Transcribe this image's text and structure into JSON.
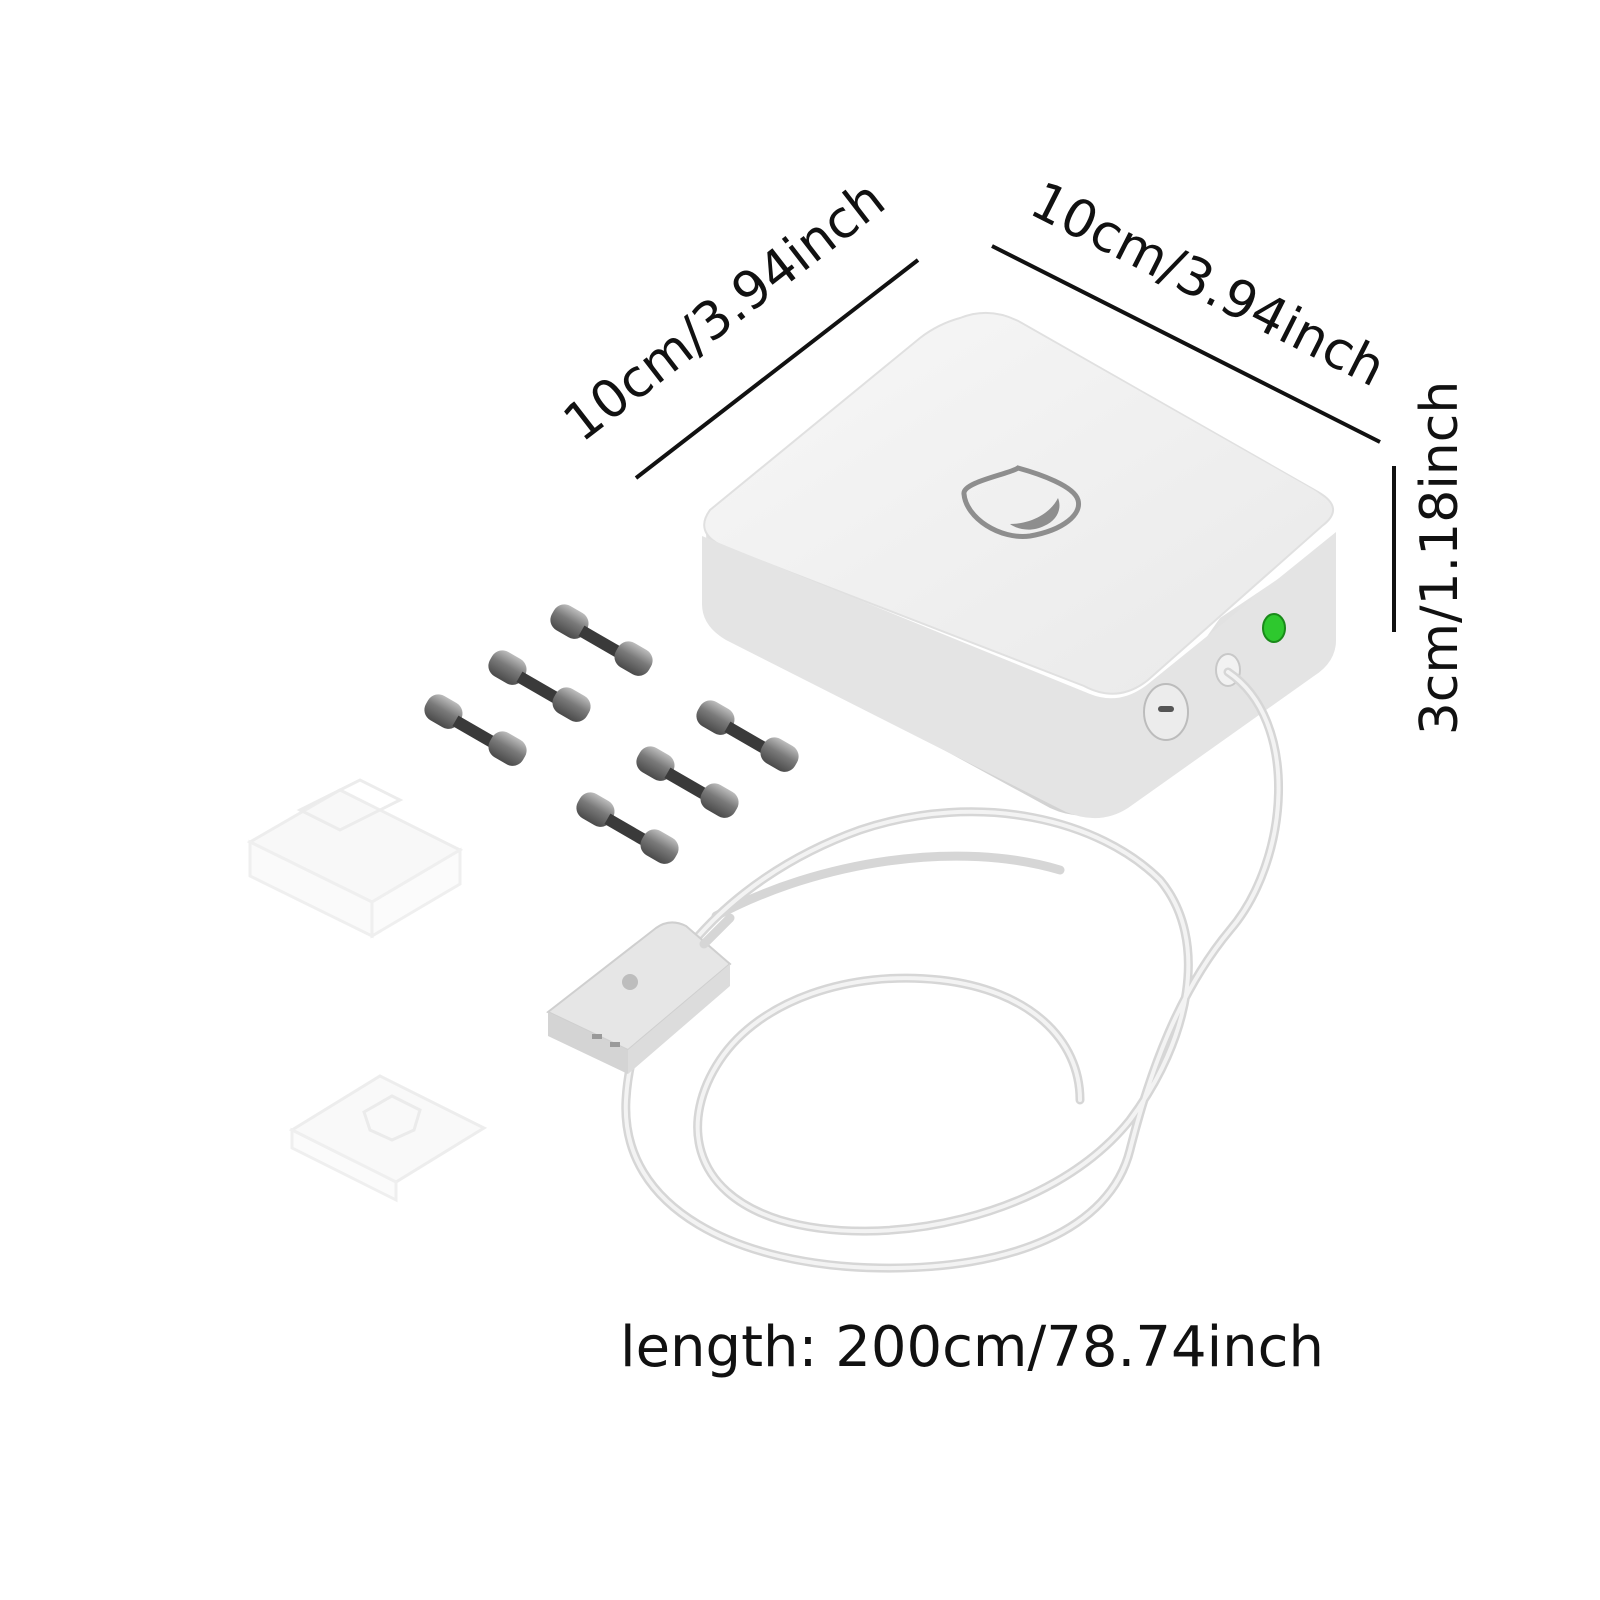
{
  "dimensions": {
    "width_label": "10cm/3.94inch",
    "depth_label": "10cm/3.94inch",
    "height_label": "3cm/1.18inch",
    "cable_length_label": "length: 200cm/78.74inch"
  },
  "colors": {
    "device_body": "#e6e6e6",
    "device_top": "#f2f2f2",
    "indicator_led": "#2ec82e",
    "clip_metal": "#8a8a8a",
    "cable": "#eeeeee",
    "line": "#111111"
  },
  "icons": {
    "device_logo": "water-drop-icon"
  }
}
